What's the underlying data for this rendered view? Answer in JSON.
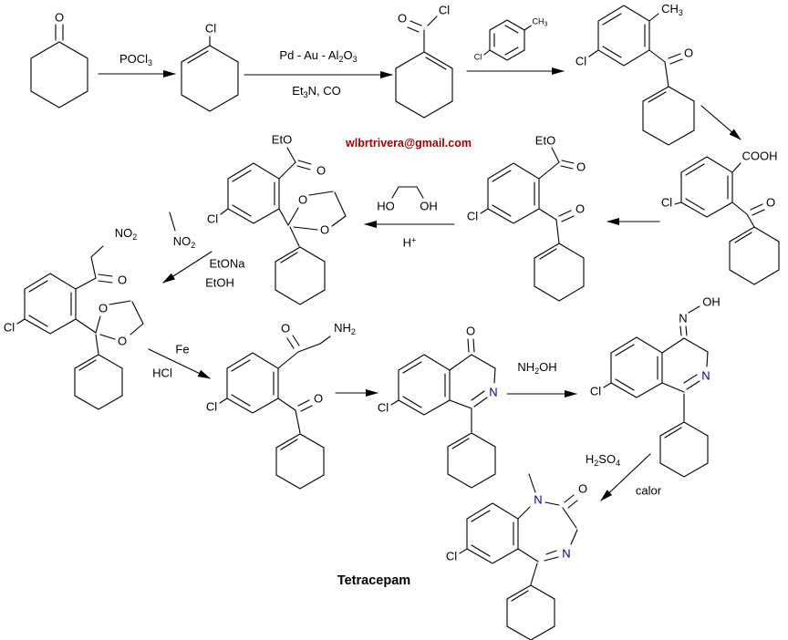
{
  "scheme": {
    "product_label": "Tetracepam",
    "watermark_email": "wlbrtrivera@gmail.com"
  },
  "colors": {
    "bond": "#000000",
    "nitrogen_label": "#000080",
    "watermark": "#990000"
  },
  "atoms": {
    "o": "O",
    "cl": "Cl",
    "n": "N",
    "oh": "OH",
    "ho": "HO",
    "cooh": "COOH",
    "eto": "EtO",
    "ch3": {
      "m": "CH",
      "s": "3"
    },
    "nh2": {
      "m": "NH",
      "s": "2"
    },
    "no2": {
      "m": "NO",
      "s": "2"
    }
  },
  "reagents": {
    "step1": {
      "m": "POCl",
      "s": "3"
    },
    "step2_top": {
      "m1": "Pd - Au - Al",
      "s1": "2",
      "m2": "O",
      "s2": "3"
    },
    "step2_bottom": {
      "m1": "Et",
      "s1": "3",
      "m2": "N, CO"
    },
    "step5_h": {
      "m": "H",
      "sup": "+"
    },
    "step6_nitro": {
      "m": "NO",
      "s": "2"
    },
    "step6_base": "EtONa",
    "step6_solvent": "EtOH",
    "step7_fe": "Fe",
    "step7_hcl": "HCl",
    "step9": {
      "m1": "NH",
      "s1": "2",
      "m2": "OH"
    },
    "step10_acid": {
      "m1": "H",
      "s1": "2",
      "m2": "SO",
      "s2": "4"
    },
    "step10_heat": "calor"
  }
}
